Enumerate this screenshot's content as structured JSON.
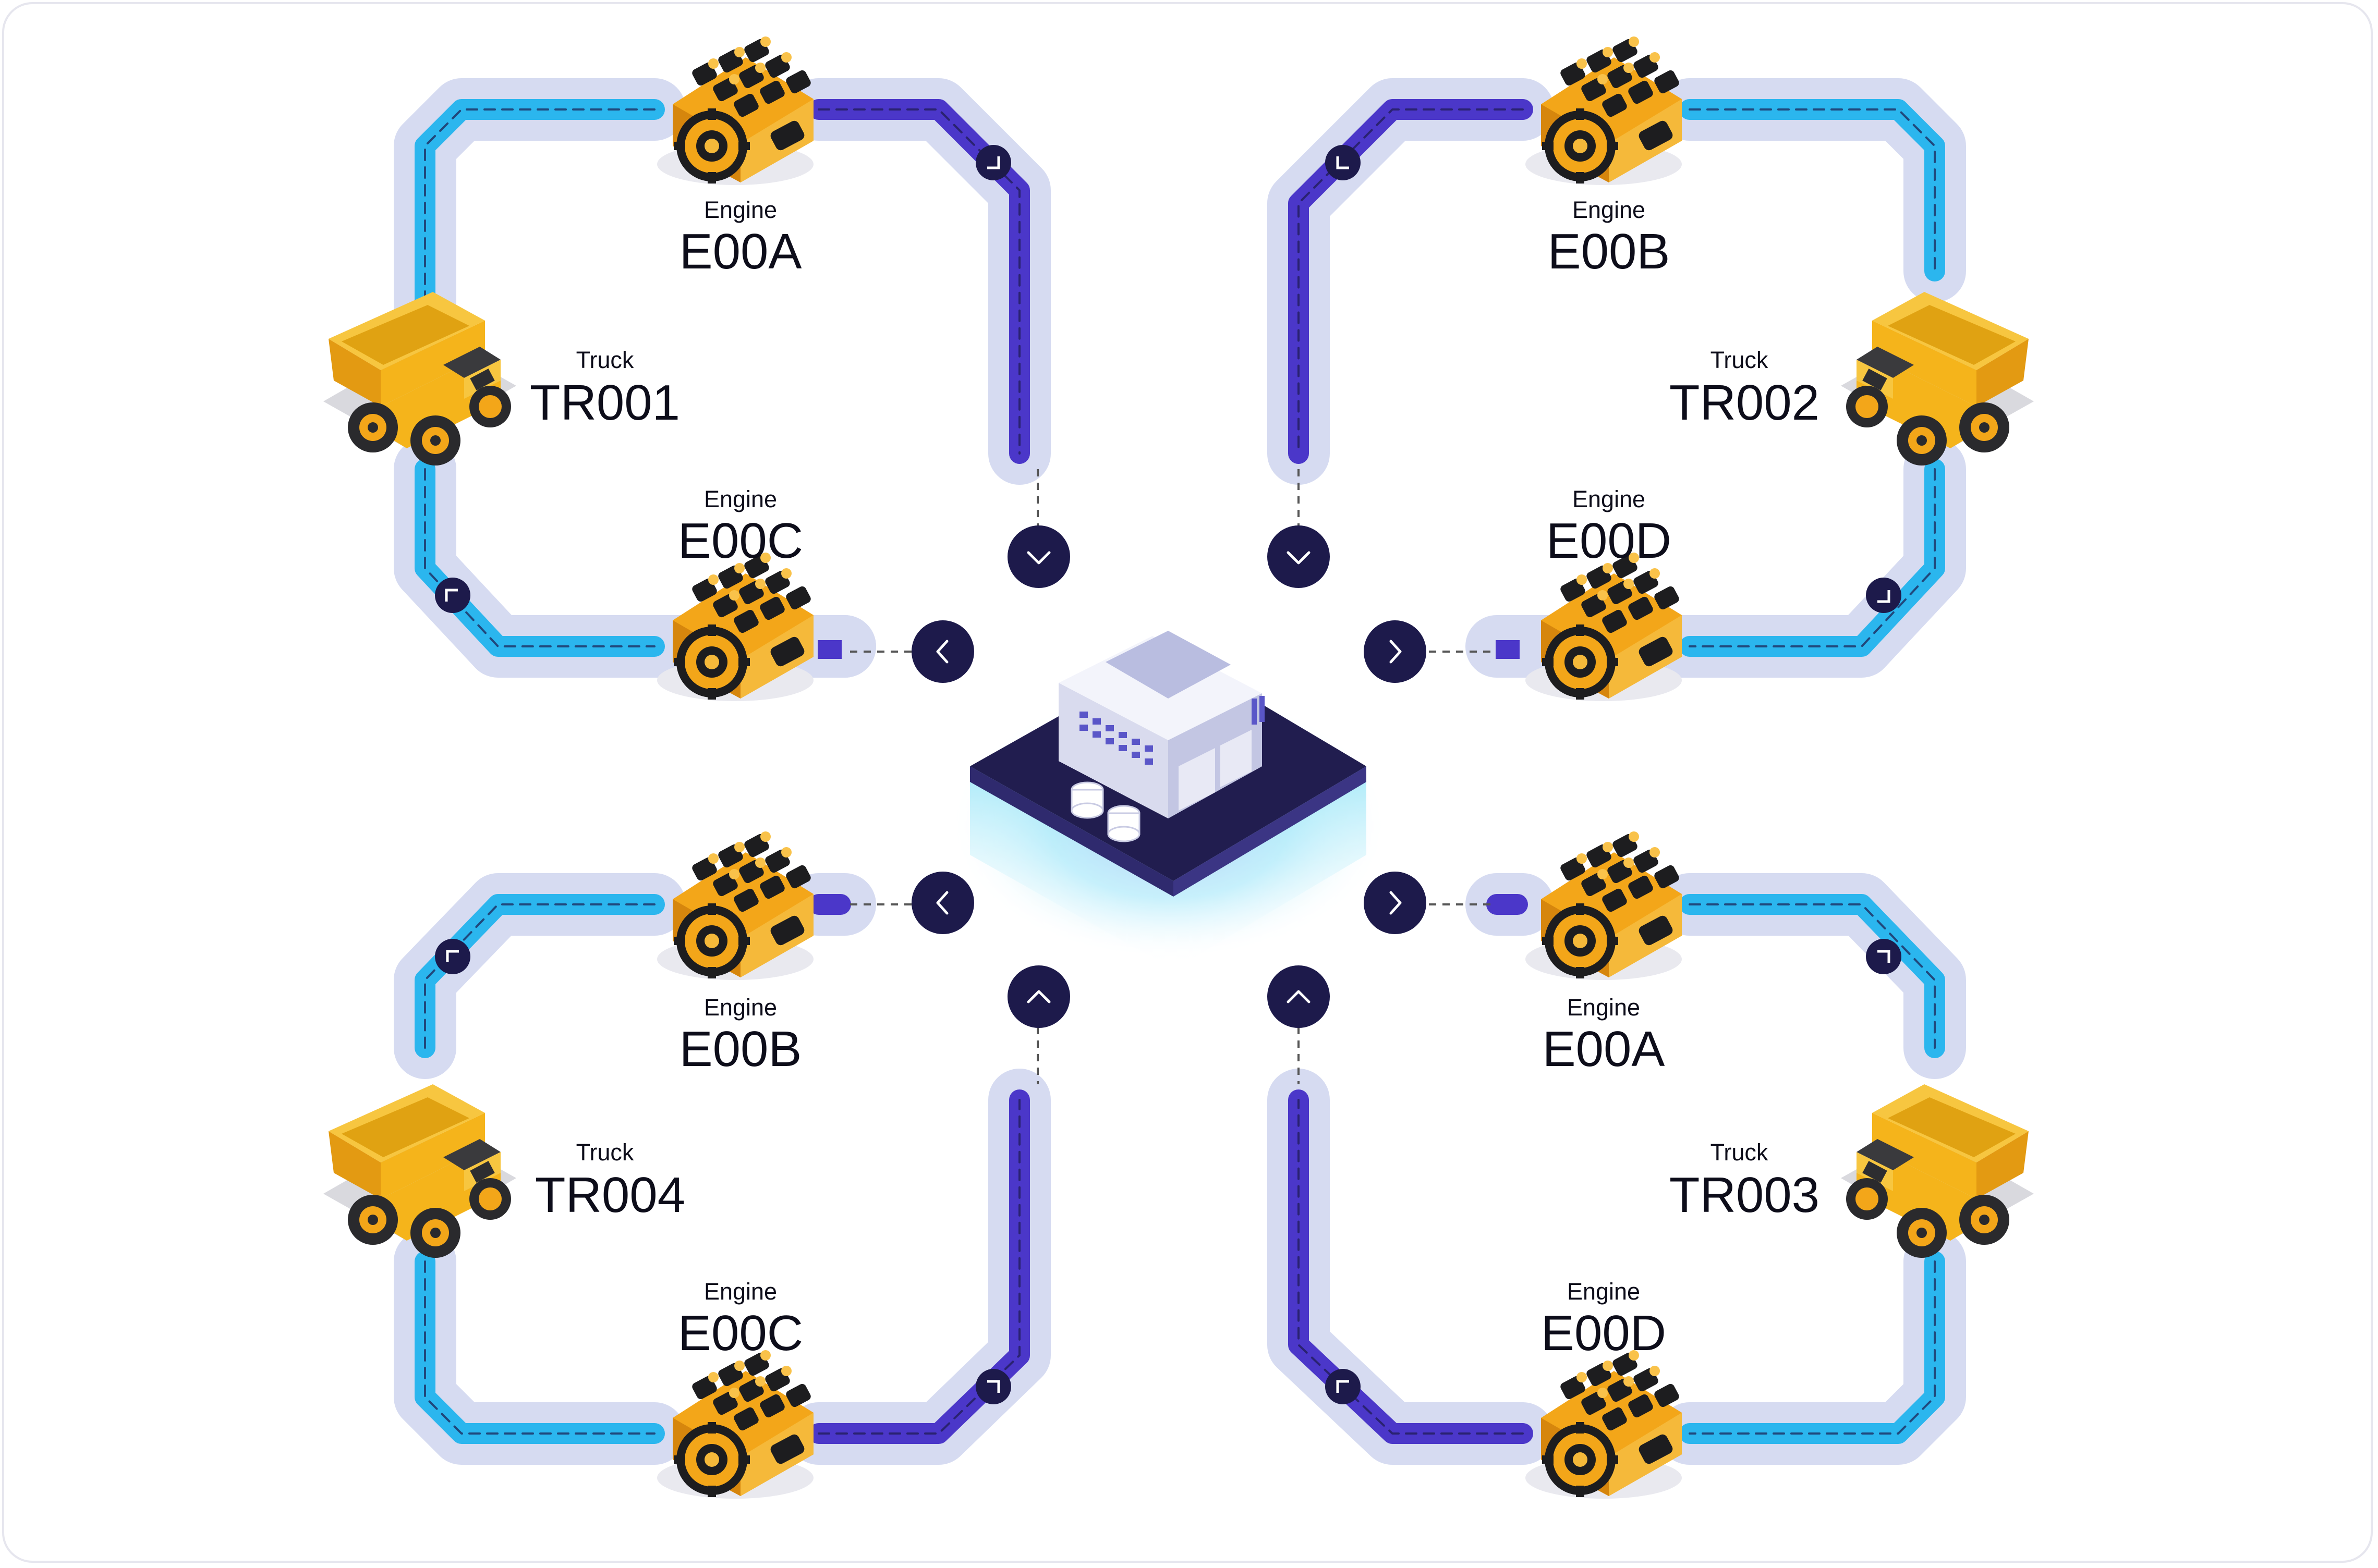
{
  "colors": {
    "track_outer": "#d6dbf1",
    "track_light": "#2bb6ee",
    "track_dark": "#4b37c9",
    "node_fill": "#1d1a4b",
    "engine_body": "#f3a619",
    "engine_dark": "#1d1d1f",
    "truck_body": "#f5b41b",
    "plinth_top": "#211d4f"
  },
  "quadrants": {
    "top_left": {
      "truck": {
        "caption": "Truck",
        "id": "TR001"
      },
      "engine_top": {
        "caption": "Engine",
        "id": "E00A"
      },
      "engine_bottom": {
        "caption": "Engine",
        "id": "E00C"
      }
    },
    "top_right": {
      "truck": {
        "caption": "Truck",
        "id": "TR002"
      },
      "engine_top": {
        "caption": "Engine",
        "id": "E00B"
      },
      "engine_bottom": {
        "caption": "Engine",
        "id": "E00D"
      }
    },
    "bottom_left": {
      "truck": {
        "caption": "Truck",
        "id": "TR004"
      },
      "engine_top": {
        "caption": "Engine",
        "id": "E00B"
      },
      "engine_bottom": {
        "caption": "Engine",
        "id": "E00C"
      }
    },
    "bottom_right": {
      "truck": {
        "caption": "Truck",
        "id": "TR003"
      },
      "engine_top": {
        "caption": "Engine",
        "id": "E00A"
      },
      "engine_bottom": {
        "caption": "Engine",
        "id": "E00D"
      }
    }
  },
  "icons": {
    "hub": "factory-icon",
    "node": "chevron-icon",
    "vehicle": "dump-truck-icon",
    "component": "engine-icon"
  }
}
